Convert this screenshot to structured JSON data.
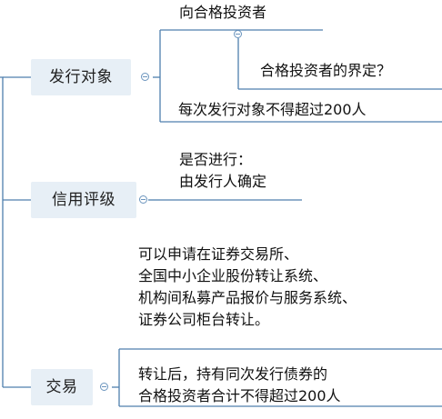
{
  "colors": {
    "line": "#4f7fae",
    "topic_fill": "#e7eff6",
    "text": "#111111"
  },
  "topics": [
    {
      "label": "发行对象",
      "children": [
        {
          "text": "向合格投资者",
          "children": [
            {
              "text": "合格投资者的界定？"
            }
          ]
        },
        {
          "text": "每次发行对象不得超过200人"
        }
      ]
    },
    {
      "label": "信用评级",
      "children": [
        {
          "lines": [
            "是否进行：",
            "由发行人确定"
          ]
        }
      ]
    },
    {
      "label": "交易",
      "children": [
        {
          "lines": [
            "可以申请在证券交易所、",
            "全国中小企业股份转让系统、",
            "机构间私募产品报价与服务系统、",
            "证券公司柜台转让。"
          ]
        },
        {
          "lines": [
            "转让后，持有同次发行债券的",
            "合格投资者合计不得超过200人"
          ]
        }
      ]
    }
  ]
}
